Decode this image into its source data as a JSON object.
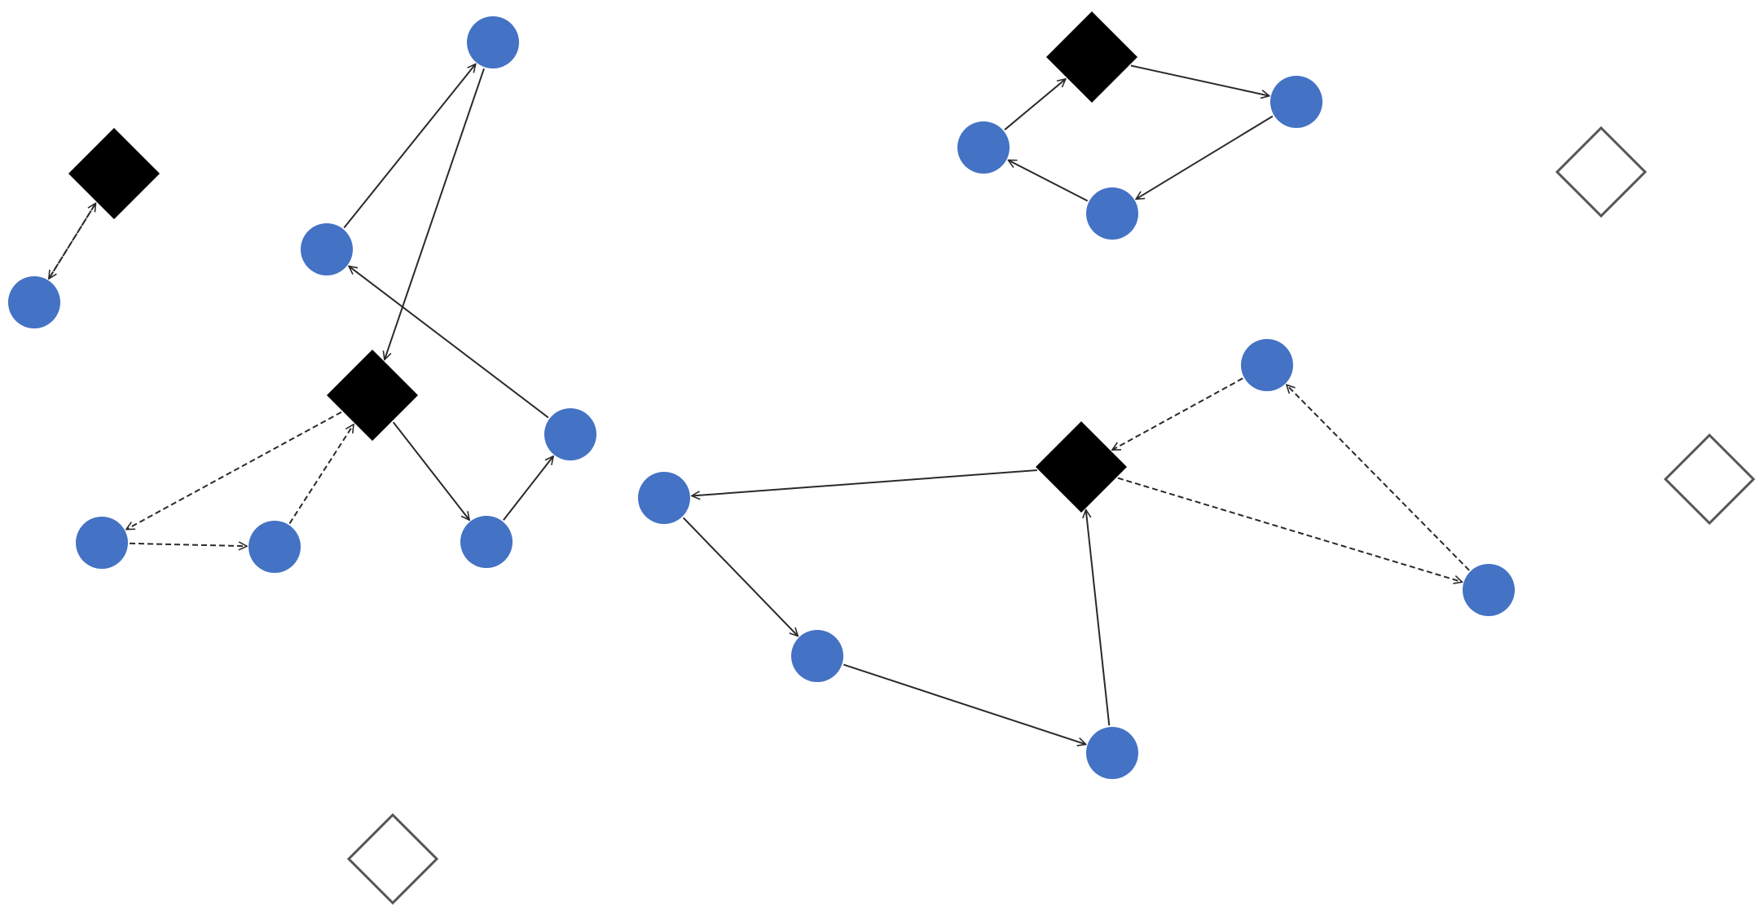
{
  "diagram": {
    "colors": {
      "node_fill": "#4472c4",
      "hub_fill": "#000000",
      "empty_fill": "#ffffff",
      "empty_stroke": "#555555",
      "edge": "#2a2a2a"
    },
    "nodes": [
      {
        "id": "h1",
        "shape": "filled-diamond"
      },
      {
        "id": "c1",
        "shape": "circle"
      },
      {
        "id": "c2",
        "shape": "circle"
      },
      {
        "id": "c3",
        "shape": "circle"
      },
      {
        "id": "h2",
        "shape": "filled-diamond"
      },
      {
        "id": "c4",
        "shape": "circle"
      },
      {
        "id": "c5",
        "shape": "circle"
      },
      {
        "id": "c6",
        "shape": "circle"
      },
      {
        "id": "c7",
        "shape": "circle"
      },
      {
        "id": "h3",
        "shape": "filled-diamond"
      },
      {
        "id": "c8",
        "shape": "circle"
      },
      {
        "id": "c9",
        "shape": "circle"
      },
      {
        "id": "c10",
        "shape": "circle"
      },
      {
        "id": "h4",
        "shape": "filled-diamond"
      },
      {
        "id": "c11",
        "shape": "circle"
      },
      {
        "id": "c12",
        "shape": "circle"
      },
      {
        "id": "c13",
        "shape": "circle"
      },
      {
        "id": "c14",
        "shape": "circle"
      },
      {
        "id": "c15",
        "shape": "circle"
      },
      {
        "id": "e1",
        "shape": "empty-diamond"
      },
      {
        "id": "e2",
        "shape": "empty-diamond"
      },
      {
        "id": "e3",
        "shape": "empty-diamond"
      }
    ],
    "edges": [
      {
        "from": "h1",
        "to": "c1",
        "style": "dashed"
      },
      {
        "from": "c1",
        "to": "h1",
        "style": "dashed"
      },
      {
        "from": "c2",
        "to": "c3",
        "style": "solid"
      },
      {
        "from": "c3",
        "to": "h2",
        "style": "solid"
      },
      {
        "from": "h2",
        "to": "c6",
        "style": "solid"
      },
      {
        "from": "c6",
        "to": "c7",
        "style": "solid"
      },
      {
        "from": "c7",
        "to": "c2",
        "style": "solid"
      },
      {
        "from": "h2",
        "to": "c4",
        "style": "dashed"
      },
      {
        "from": "c4",
        "to": "c5",
        "style": "dashed"
      },
      {
        "from": "c5",
        "to": "h2",
        "style": "dashed"
      },
      {
        "from": "c8",
        "to": "h3",
        "style": "solid"
      },
      {
        "from": "h3",
        "to": "c9",
        "style": "solid"
      },
      {
        "from": "c9",
        "to": "c10",
        "style": "solid"
      },
      {
        "from": "c10",
        "to": "c8",
        "style": "solid"
      },
      {
        "from": "h4",
        "to": "c11",
        "style": "solid"
      },
      {
        "from": "c11",
        "to": "c12",
        "style": "solid"
      },
      {
        "from": "c12",
        "to": "c13",
        "style": "solid"
      },
      {
        "from": "c13",
        "to": "h4",
        "style": "solid"
      },
      {
        "from": "c14",
        "to": "h4",
        "style": "dashed"
      },
      {
        "from": "h4",
        "to": "c15",
        "style": "dashed"
      },
      {
        "from": "c15",
        "to": "c14",
        "style": "dashed"
      }
    ]
  }
}
